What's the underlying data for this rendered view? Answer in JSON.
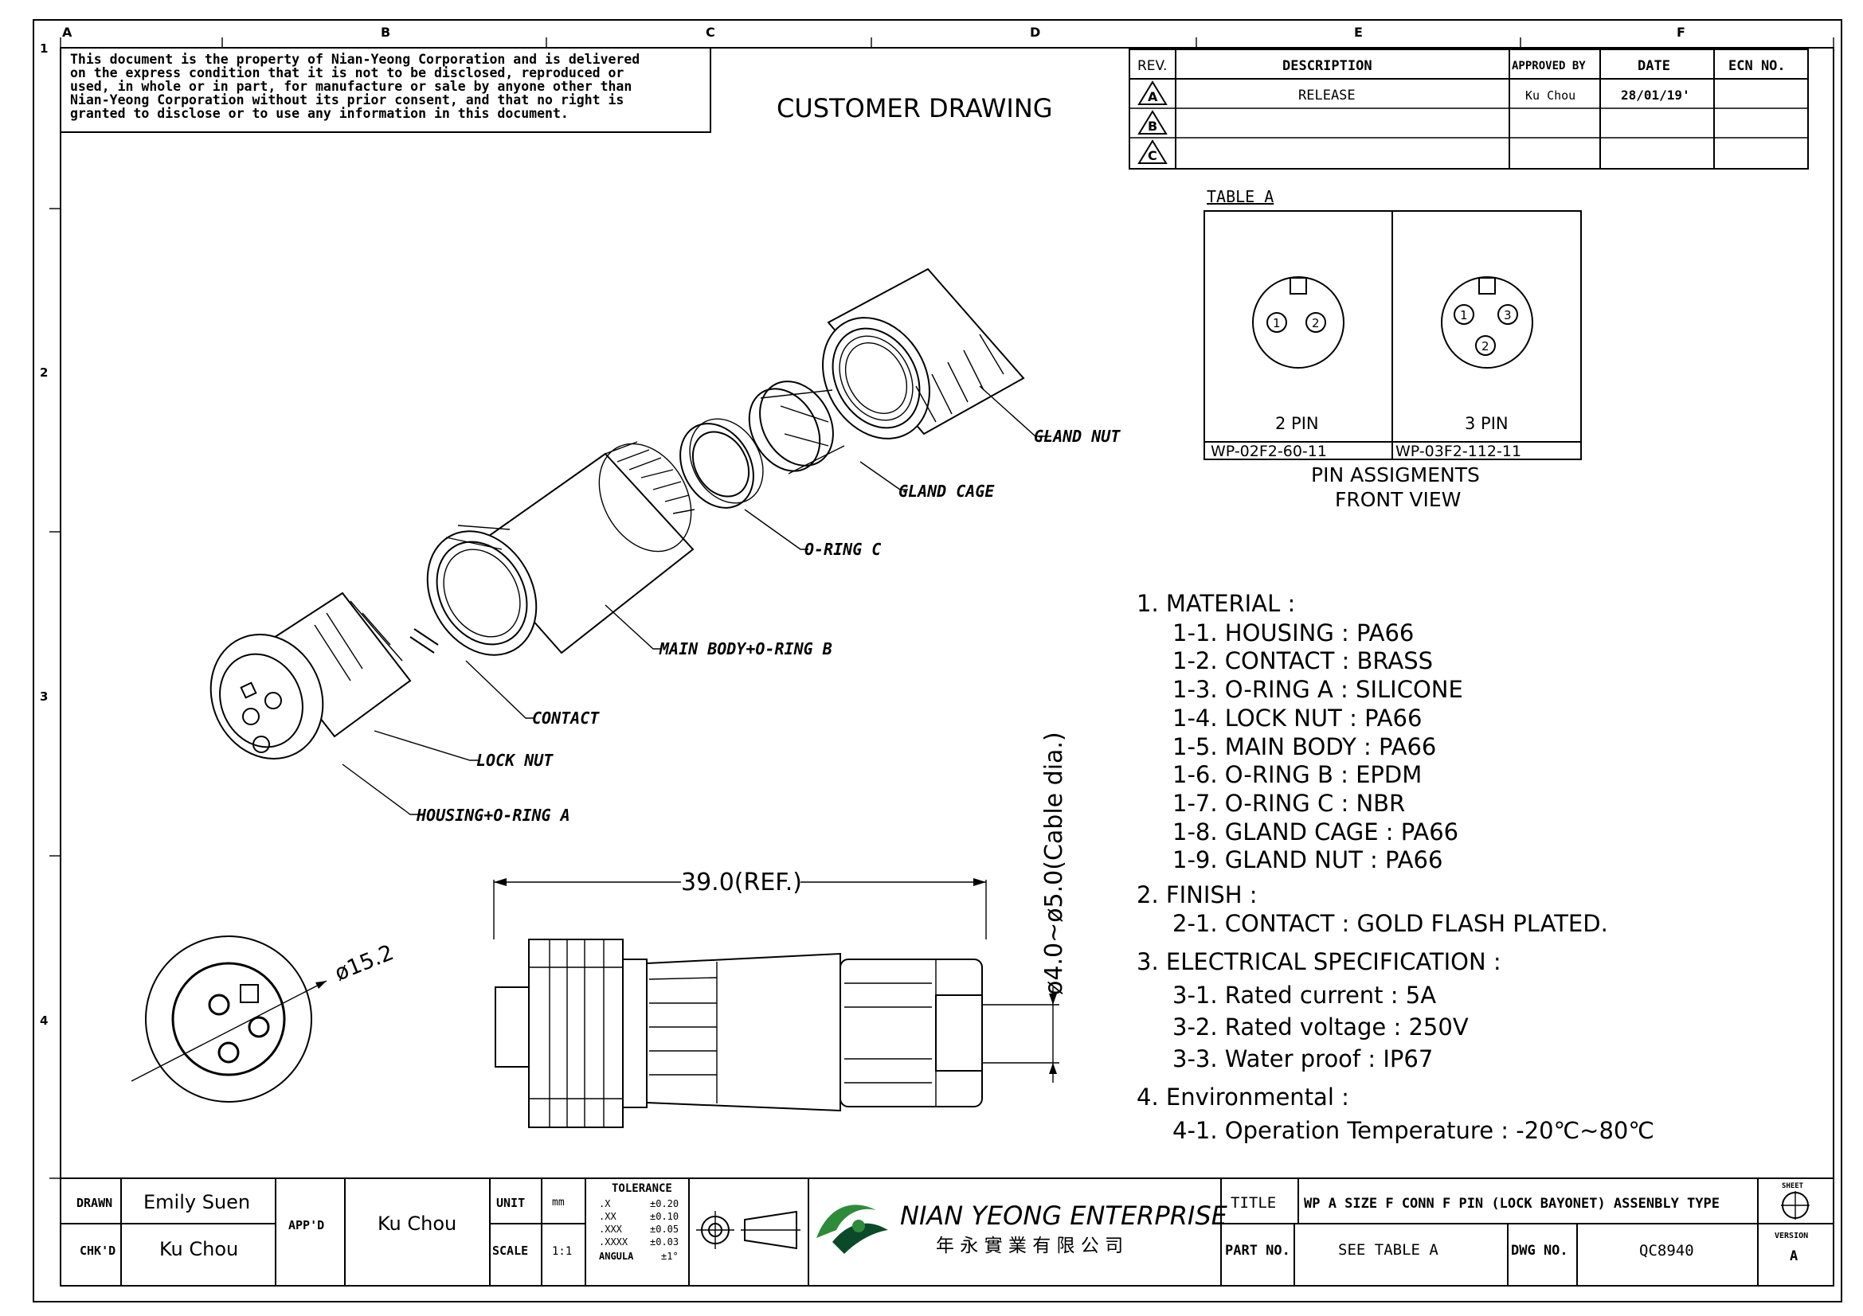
{
  "notice": [
    "This document is the property of Nian-Yeong Corporation and is delivered",
    "on  the  express condition that it is not to be disclosed, reproduced or",
    "used, in whole or in part, for manufacture or sale by anyone other than",
    "Nian-Yeong Corporation without  its prior consent, and that  no right  is",
    "granted  to  disclose or  to use any information in this  document."
  ],
  "drawing_type": "CUSTOMER DRAWING",
  "grid": {
    "columns": [
      "A",
      "B",
      "C",
      "D",
      "E",
      "F"
    ],
    "rows": [
      "1",
      "2",
      "3",
      "4"
    ]
  },
  "revision_table": {
    "headers": {
      "rev": "REV.",
      "description": "DESCRIPTION",
      "approved": "APPROVED BY",
      "date": "DATE",
      "ecn": "ECN NO."
    },
    "rows": [
      {
        "rev": "A",
        "description": "RELEASE",
        "approved": "Ku Chou",
        "date": "28/01/19'",
        "ecn": ""
      },
      {
        "rev": "B",
        "description": "",
        "approved": "",
        "date": "",
        "ecn": ""
      },
      {
        "rev": "C",
        "description": "",
        "approved": "",
        "date": "",
        "ecn": ""
      }
    ]
  },
  "table_a": {
    "title": "TABLE A",
    "columns": [
      {
        "pins": [
          "1",
          "2"
        ],
        "label": "2 PIN",
        "part": "WP-02F2-60-11"
      },
      {
        "pins": [
          "1",
          "3",
          "2"
        ],
        "label": "3 PIN",
        "part": "WP-03F2-112-11"
      }
    ],
    "caption": [
      "PIN ASSIGMENTS",
      "FRONT VIEW"
    ]
  },
  "callouts": {
    "gland_nut": "GLAND NUT",
    "gland_cage": "GLAND CAGE",
    "o_ring_c": "O-RING C",
    "main_body": "MAIN BODY+O-RING B",
    "contact": "CONTACT",
    "lock_nut": "LOCK NUT",
    "housing": "HOUSING+O-RING A"
  },
  "dimensions": {
    "length": "39.0(REF.)",
    "cable": "ø4.0~ø5.0(Cable dia.)",
    "diameter": "ø15.2"
  },
  "specs": [
    {
      "heading": "1. MATERIAL :",
      "items": [
        "1-1. HOUSING : PA66",
        "1-2. CONTACT : BRASS",
        "1-3. O-RING A : SILICONE",
        "1-4. LOCK NUT : PA66",
        "1-5. MAIN BODY : PA66",
        "1-6. O-RING B : EPDM",
        "1-7. O-RING C : NBR",
        "1-8. GLAND CAGE : PA66",
        "1-9. GLAND NUT : PA66"
      ]
    },
    {
      "heading": "2. FINISH :",
      "items": [
        "2-1. CONTACT : GOLD FLASH PLATED."
      ]
    },
    {
      "heading": "3. ELECTRICAL SPECIFICATION :",
      "items": [
        "3-1. Rated current : 5A",
        "3-2. Rated voltage : 250V",
        "3-3. Water proof : IP67"
      ]
    },
    {
      "heading": "4. Environmental :",
      "items": [
        "4-1. Operation Temperature : -20℃~80℃"
      ]
    }
  ],
  "title_block": {
    "drawn_label": "DRAWN",
    "drawn": "Emily Suen",
    "chkd_label": "CHK'D",
    "chkd": "Ku Chou",
    "appd_label": "APP'D",
    "appd": "Ku Chou",
    "unit_label": "UNIT",
    "unit": "mm",
    "scale_label": "SCALE",
    "scale": "1:1",
    "tolerance_title": "TOLERANCE",
    "tolerances": [
      {
        "k": ".X",
        "v": "±0.20"
      },
      {
        "k": ".XX",
        "v": "±0.10"
      },
      {
        "k": ".XXX",
        "v": "±0.05"
      },
      {
        "k": ".XXXX",
        "v": "±0.03"
      },
      {
        "k": "ANGULA",
        "v": "±1°"
      }
    ],
    "company": "NIAN YEONG ENTERPRISE",
    "company_cn": "年 永 實 業 有 限 公 司",
    "title_label": "TITLE",
    "title": "WP A SIZE F CONN F PIN (LOCK BAYONET) ASSENBLY TYPE",
    "sheet_label": "SHEET",
    "part_label": "PART NO.",
    "part": "SEE TABLE A",
    "dwg_label": "DWG NO.",
    "dwg": "QC8940",
    "version_label": "VERSION",
    "version": "A"
  },
  "colors": {
    "logo_green": "#2e8b3a",
    "logo_dark": "#0a4a2a"
  }
}
